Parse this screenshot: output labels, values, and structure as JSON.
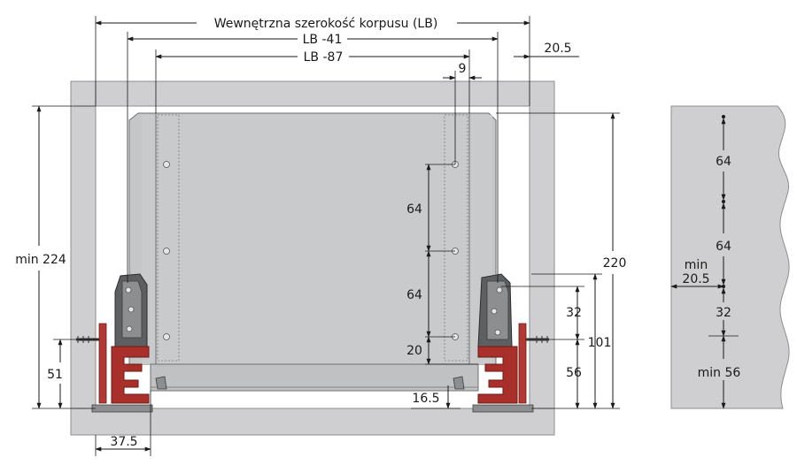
{
  "dimensions": {
    "inner_width": "Wewnętrzna szerokość korpusu (LB)",
    "lb_41": "LB -41",
    "lb_87": "LB -87",
    "side_20_5": "20.5",
    "gap_9": "9",
    "min_224": "min 224",
    "h_220": "220",
    "h_101": "101",
    "h_56_right": "56",
    "h_32": "32",
    "h_64_upper": "64",
    "h_64_lower": "64",
    "h_20": "20",
    "h_16_5": "16.5",
    "h_51": "51",
    "w_37_5": "37.5"
  },
  "side_panel": {
    "d_64_top": "64",
    "d_64_mid": "64",
    "min_label": "min",
    "min_value": "20.5",
    "d_32": "32",
    "min_56": "min 56"
  },
  "colors": {
    "cabinet": "#cfcfd1",
    "drawer_box": "#c5c6c8",
    "runner_red": "#a9302a",
    "bracket_dark": "#5e5f61"
  }
}
